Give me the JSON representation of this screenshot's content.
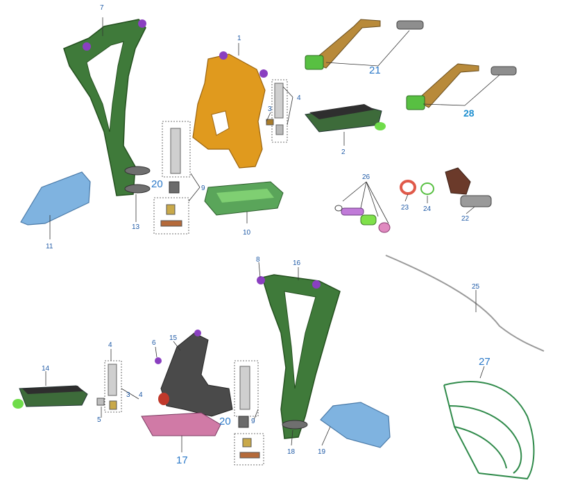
{
  "callouts": {
    "c1": "1",
    "c2": "2",
    "c3a": "3",
    "c4a": "4",
    "c5": "5",
    "c6": "6",
    "c7": "7",
    "c8": "8",
    "c9a": "9",
    "c10": "10",
    "c11": "11",
    "c13": "13",
    "c14": "14",
    "c15": "15",
    "c16": "16",
    "c17": "17",
    "c18": "18",
    "c19": "19",
    "c20a": "20",
    "c21": "21",
    "c22": "22",
    "c23": "23",
    "c24": "24",
    "c25": "25",
    "c26": "26",
    "c27": "27",
    "c28": "28",
    "c3b": "3",
    "c4b": "4",
    "c4c": "4",
    "c9b": "9",
    "c20b": "20"
  },
  "colors": {
    "bracket_green": "#3f7a3a",
    "bracket_orange": "#e09a1e",
    "pillion_dark": "#4a4a4a",
    "footpeg_pink": "#d07aa6",
    "heel_plate_blue": "#7fb3e0",
    "gear_lever_tan": "#b88a3a",
    "bolt_purple": "#8a3fc0",
    "label_blue": "#1f5aa6"
  }
}
